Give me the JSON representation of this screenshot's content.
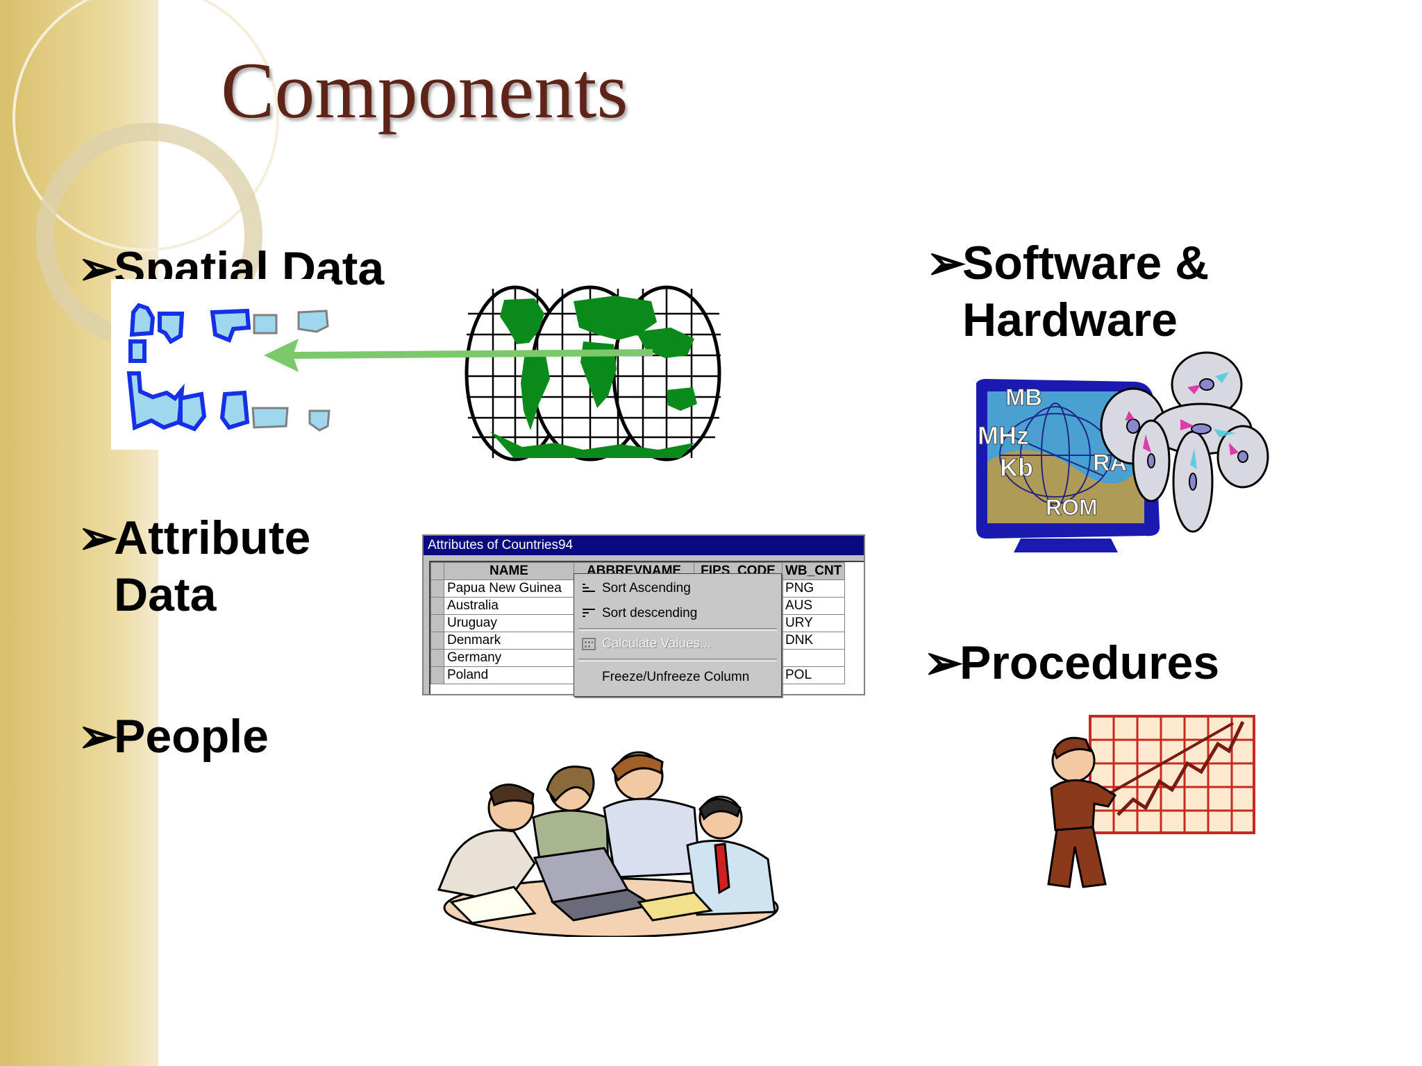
{
  "slide": {
    "title": "Components",
    "bullets": {
      "spatial": "Spatial Data",
      "attribute_l1": "Attribute",
      "attribute_l2": "Data",
      "people": "People",
      "software_l1": "Software &",
      "software_l2": "Hardware",
      "procedures": "Procedures"
    },
    "bullet_glyph": "➢"
  },
  "attribute_window": {
    "title": "Attributes of Countries94",
    "columns": [
      "NAME",
      "ABBREVNAME",
      "FIPS_CODE",
      "WB_CNT"
    ],
    "rows": [
      {
        "name": "Papua New Guinea",
        "wb": "PNG"
      },
      {
        "name": "Australia",
        "wb": "AUS"
      },
      {
        "name": "Uruguay",
        "wb": "URY"
      },
      {
        "name": "Denmark",
        "wb": "DNK"
      },
      {
        "name": "Germany",
        "wb": ""
      },
      {
        "name": "Poland",
        "wb": "POL"
      }
    ],
    "menu": {
      "sort_asc": "Sort Ascending",
      "sort_desc": "Sort descending",
      "calculate": "Calculate Values...",
      "freeze": "Freeze/Unfreeze Column"
    }
  },
  "hardware_labels": {
    "mb": "MB",
    "mhz": "MHz",
    "kb": "Kb",
    "ra": "RA",
    "rom": "ROM"
  },
  "colors": {
    "title": "#5e2418",
    "map_green": "#0a8a1a",
    "arrow_green": "#7bc96a",
    "polygon_blue": "#1530e8",
    "polygon_fill": "#9fd8ee",
    "chart_red": "#c8281e"
  }
}
